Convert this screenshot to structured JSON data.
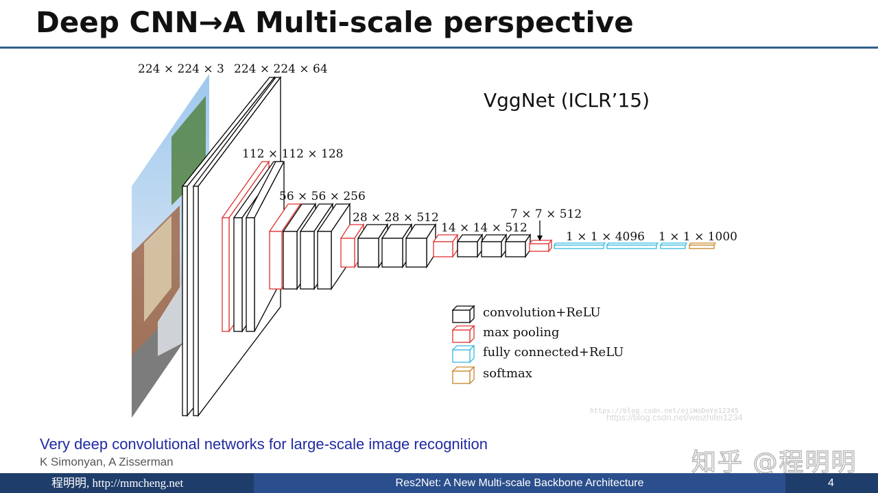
{
  "slide": {
    "title": "Deep CNN→A Multi-scale perspective",
    "network_label": "VggNet (ICLR’15)"
  },
  "diagram": {
    "dims": {
      "input": "224 × 224 × 3",
      "b1": "224 × 224 × 64",
      "b2": "112 × 112 × 128",
      "b3": "56 × 56 × 256",
      "b4": "28 × 28 × 512",
      "b5": "14 × 14 × 512",
      "pool5": "7 × 7 × 512",
      "fc": "1 × 1 × 4096",
      "out": "1 × 1 × 1000"
    },
    "legend": [
      {
        "label": "convolution+ReLU",
        "color": "#000000"
      },
      {
        "label": "max pooling",
        "color": "#e03030"
      },
      {
        "label": "fully connected+ReLU",
        "color": "#35b8e0"
      },
      {
        "label": "softmax",
        "color": "#c8862a"
      }
    ],
    "watermark_1": "https://blog.csdn.net/ojiWoDeYe12345",
    "watermark_2": "https://blog.csdn.net/weizhifei1234"
  },
  "paper": {
    "title": "Very deep convolutional networks for large-scale image recognition",
    "authors": "K Simonyan, A Zisserman"
  },
  "brand_watermark": "知乎 @程明明",
  "footer": {
    "left": "程明明, http://mmcheng.net",
    "center": "Res2Net: A New Multi-scale Backbone Architecture",
    "page": "4"
  }
}
